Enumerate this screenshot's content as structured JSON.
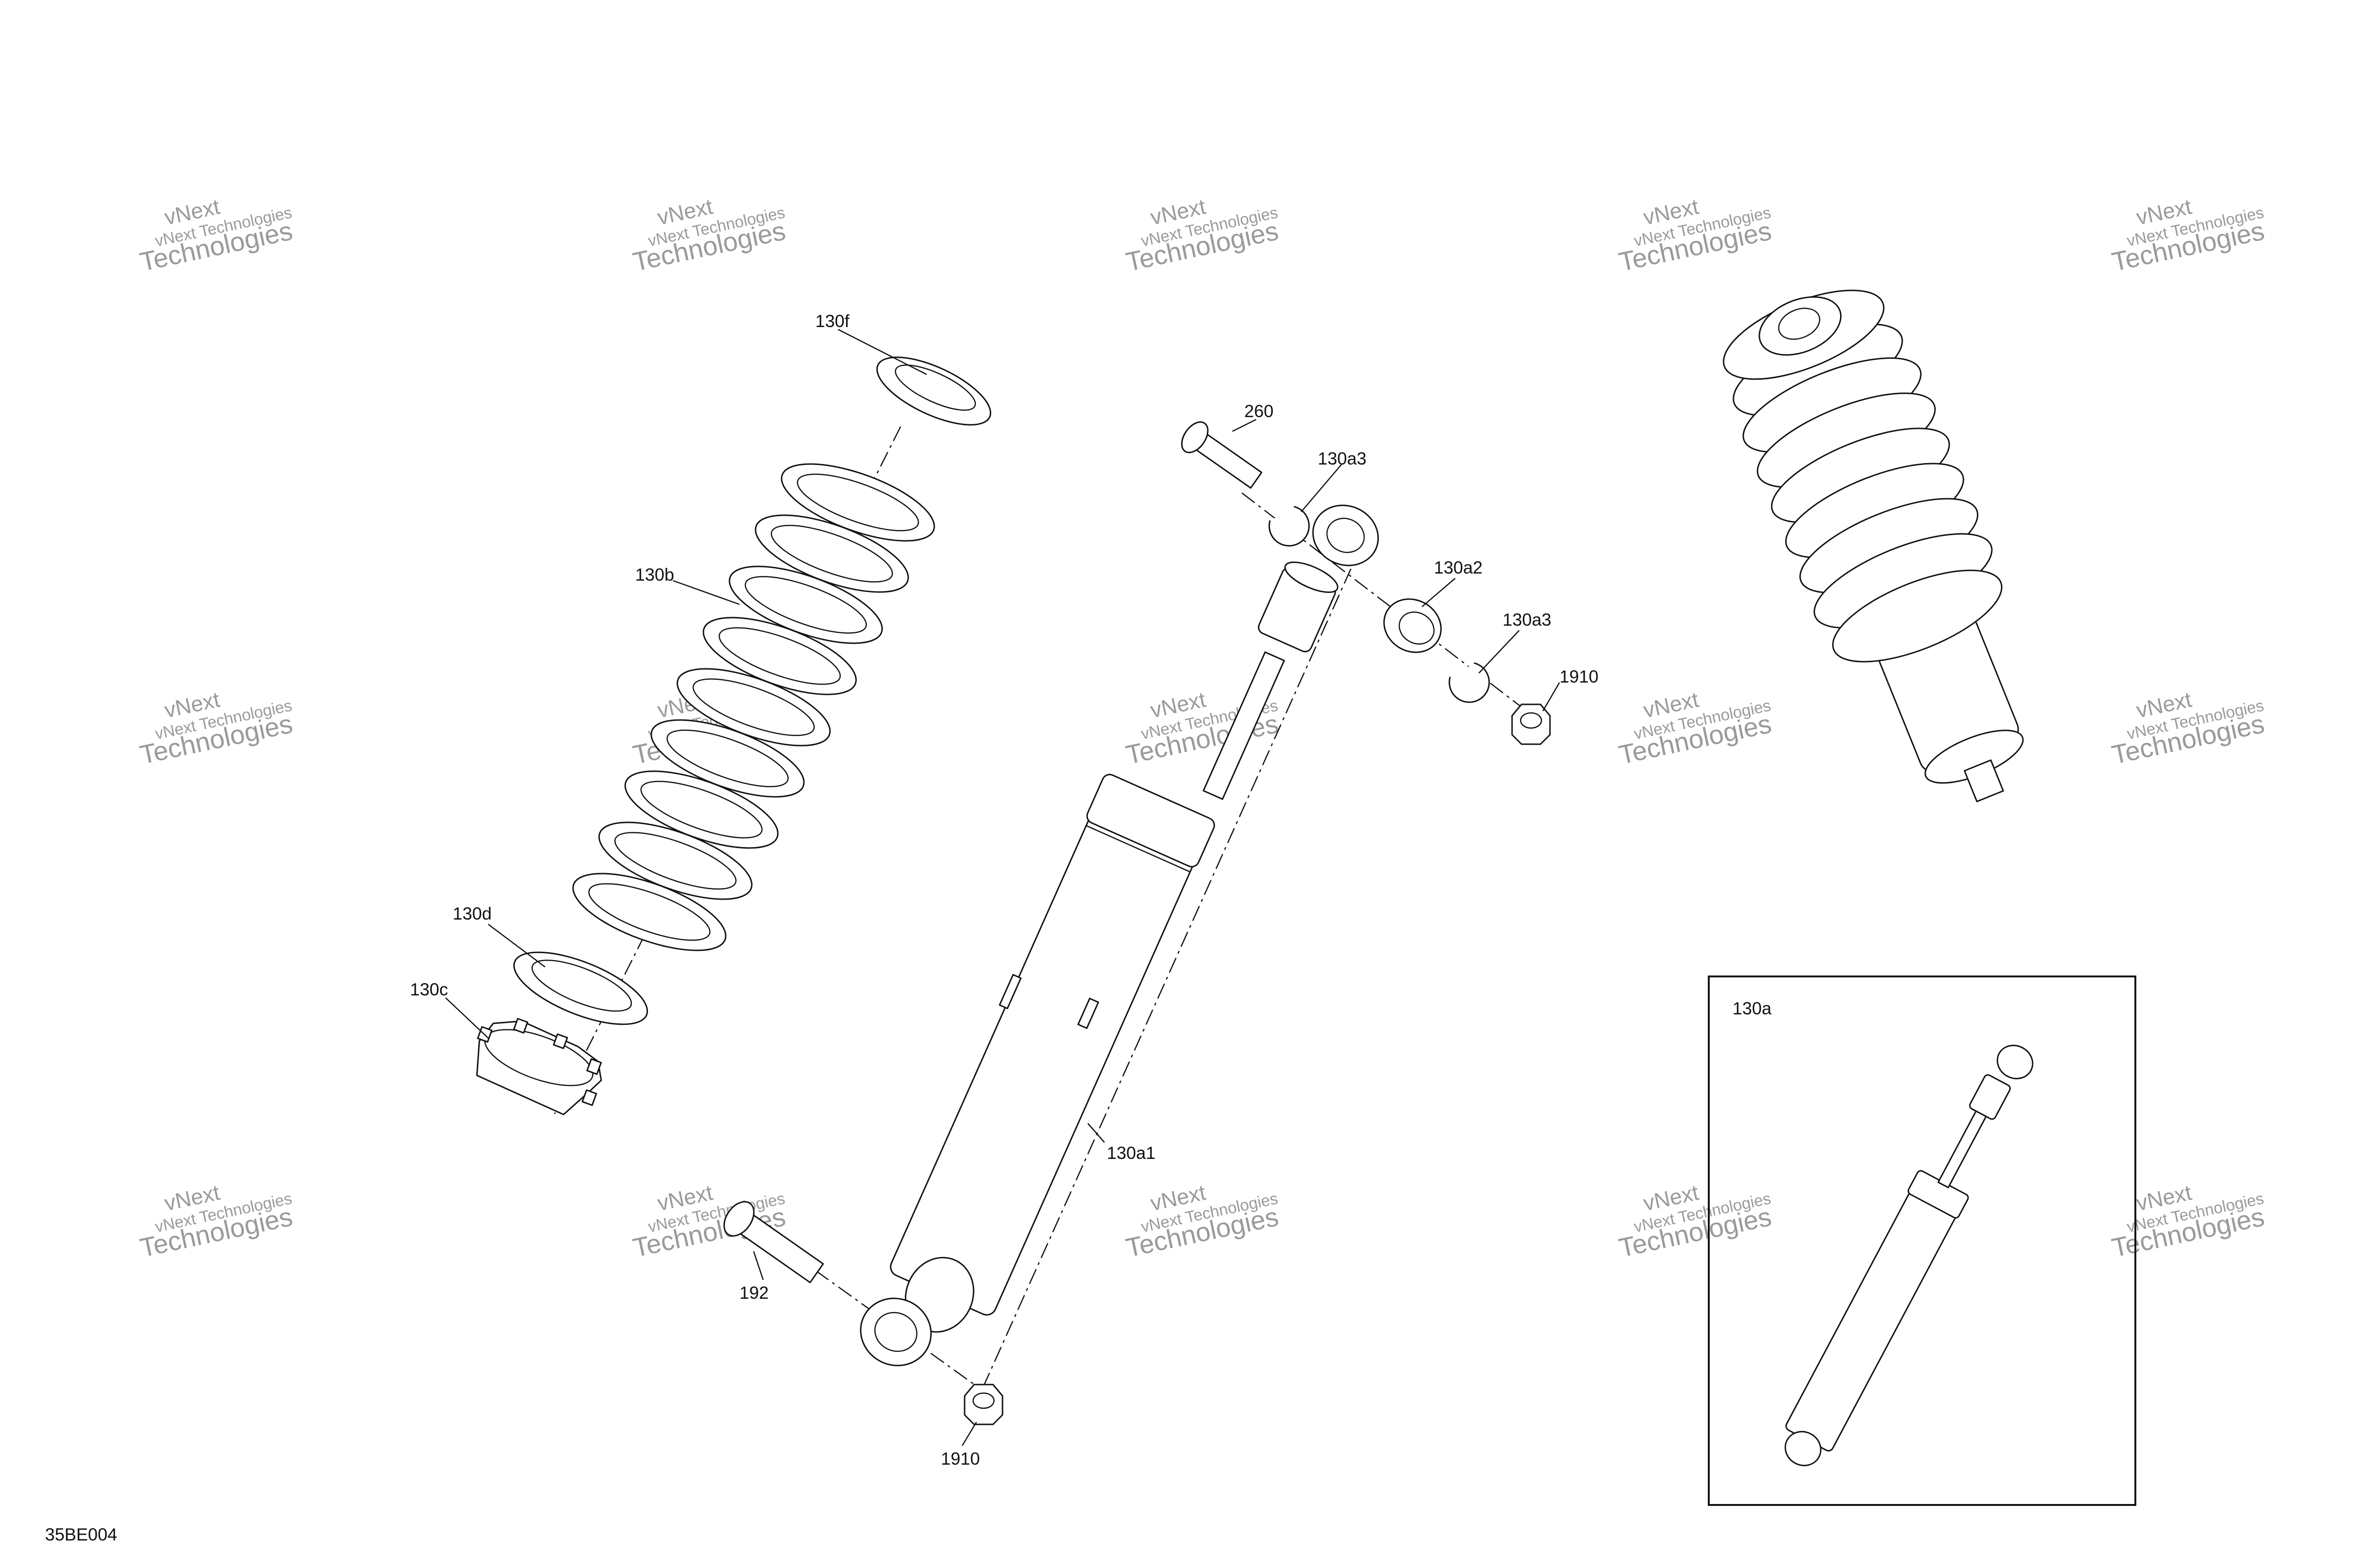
{
  "drawing_code": "35BE004",
  "watermark": {
    "line1": "vNext Technologies",
    "line2": "vNext",
    "line3": "Technologies"
  },
  "callouts": {
    "c130f": "130f",
    "c130b": "130b",
    "c130d": "130d",
    "c130c": "130c",
    "c260": "260",
    "c130a3_top": "130a3",
    "c130a2": "130a2",
    "c130a3_low": "130a3",
    "c1910_top": "1910",
    "c130a1": "130a1",
    "c192": "192",
    "c1910_bottom": "1910"
  },
  "inset": {
    "label": "130a"
  }
}
